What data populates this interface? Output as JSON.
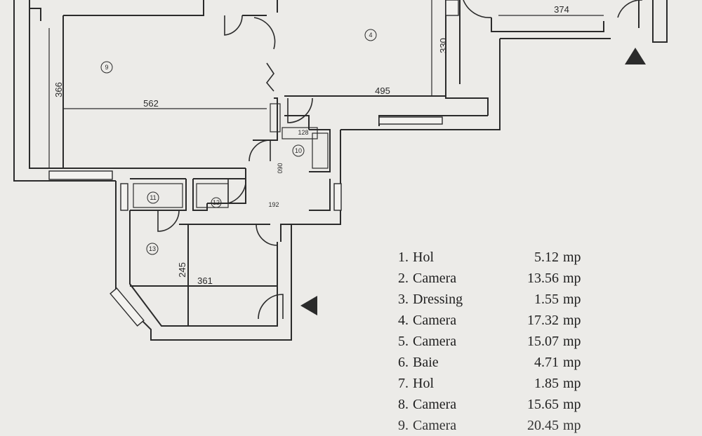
{
  "dimensions": {
    "d374": "374",
    "d330": "330",
    "d366": "366",
    "d562": "562",
    "d495": "495",
    "d245": "245",
    "d361": "361",
    "d192": "192",
    "d128": "128",
    "d090": "090"
  },
  "room_markers": {
    "r4": "4",
    "r9": "9",
    "r10": "10",
    "r11": "11",
    "r12": "12",
    "r13": "13"
  },
  "legend": [
    {
      "num": "1.",
      "name": "Hol",
      "area": "5.12",
      "unit": "mp"
    },
    {
      "num": "2.",
      "name": "Camera",
      "area": "13.56",
      "unit": "mp"
    },
    {
      "num": "3.",
      "name": "Dressing",
      "area": "1.55",
      "unit": "mp"
    },
    {
      "num": "4.",
      "name": "Camera",
      "area": "17.32",
      "unit": "mp"
    },
    {
      "num": "5.",
      "name": "Camera",
      "area": "15.07",
      "unit": "mp"
    },
    {
      "num": "6.",
      "name": "Baie",
      "area": "4.71",
      "unit": "mp"
    },
    {
      "num": "7.",
      "name": "Hol",
      "area": "1.85",
      "unit": "mp"
    },
    {
      "num": "8.",
      "name": "Camera",
      "area": "15.65",
      "unit": "mp"
    },
    {
      "num": "9.",
      "name": "Camera",
      "area": "20.45",
      "unit": "mp"
    }
  ],
  "colors": {
    "ink": "#2b2b2b",
    "paper": "#ecebe8",
    "wall_fill": "#f3f2ef"
  }
}
